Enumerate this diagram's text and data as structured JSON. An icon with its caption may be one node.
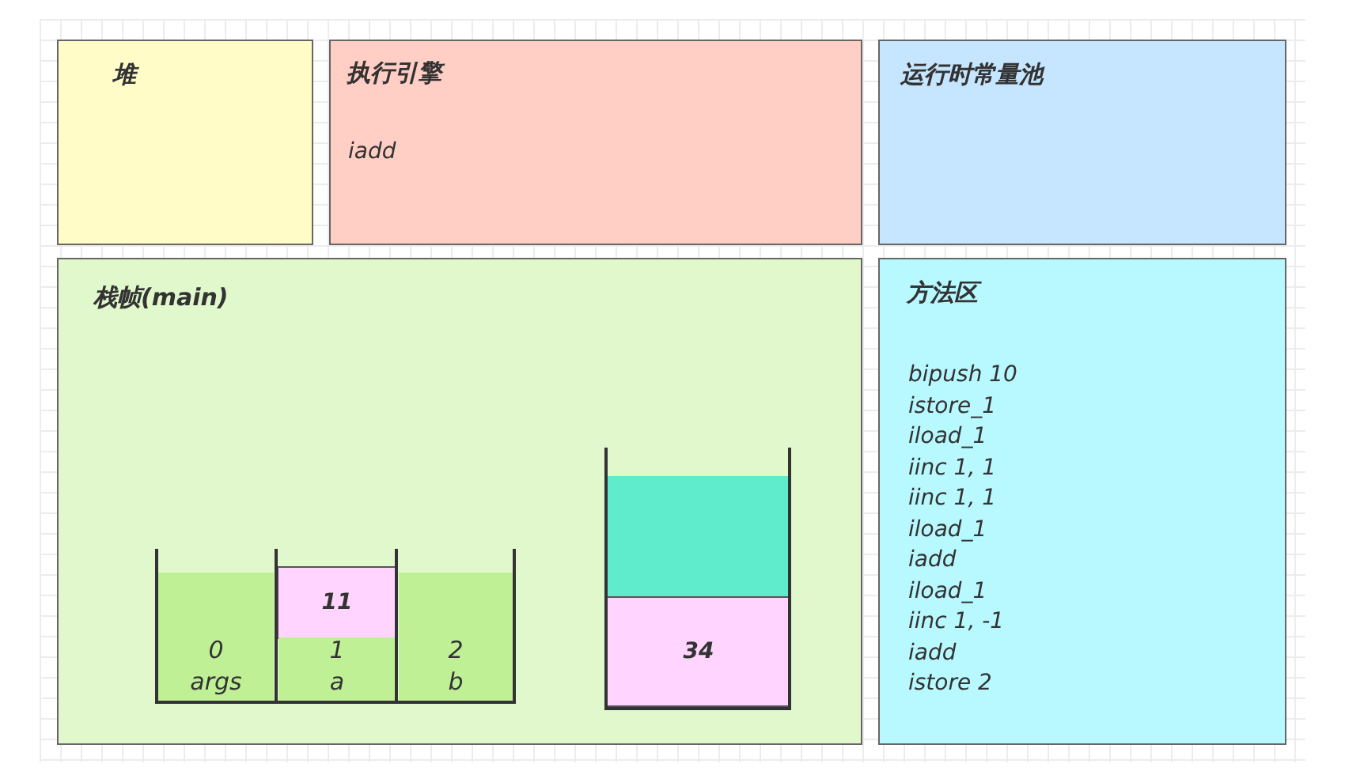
{
  "diagram": {
    "nodes": [
      {
        "text": [
          "堆"
        ]
      },
      {
        "text": [
          "执行引擎",
          "iadd"
        ]
      },
      {
        "text": [
          "运行时常量池"
        ]
      },
      {
        "text": [
          "栈帧(main)"
        ]
      },
      {
        "text": [
          "0 args"
        ],
        "in": 3
      },
      {
        "text": [
          "11"
        ],
        "in": 3
      },
      {
        "text": [
          "1 a"
        ],
        "in": 3
      },
      {
        "text": [
          "2 b"
        ],
        "in": 3
      },
      {
        "text": [],
        "shape": "box",
        "in": 3
      },
      {
        "text": [
          "34"
        ],
        "in": 3
      },
      {
        "text": [
          "方法区",
          "bipush 10",
          "istore_1",
          "iload_1",
          "iinc 1, 1",
          "iinc 1, 1",
          "iload_1",
          "iadd",
          "iload_1",
          "iinc 1, -1",
          "iadd",
          "istore 2"
        ]
      }
    ]
  }
}
